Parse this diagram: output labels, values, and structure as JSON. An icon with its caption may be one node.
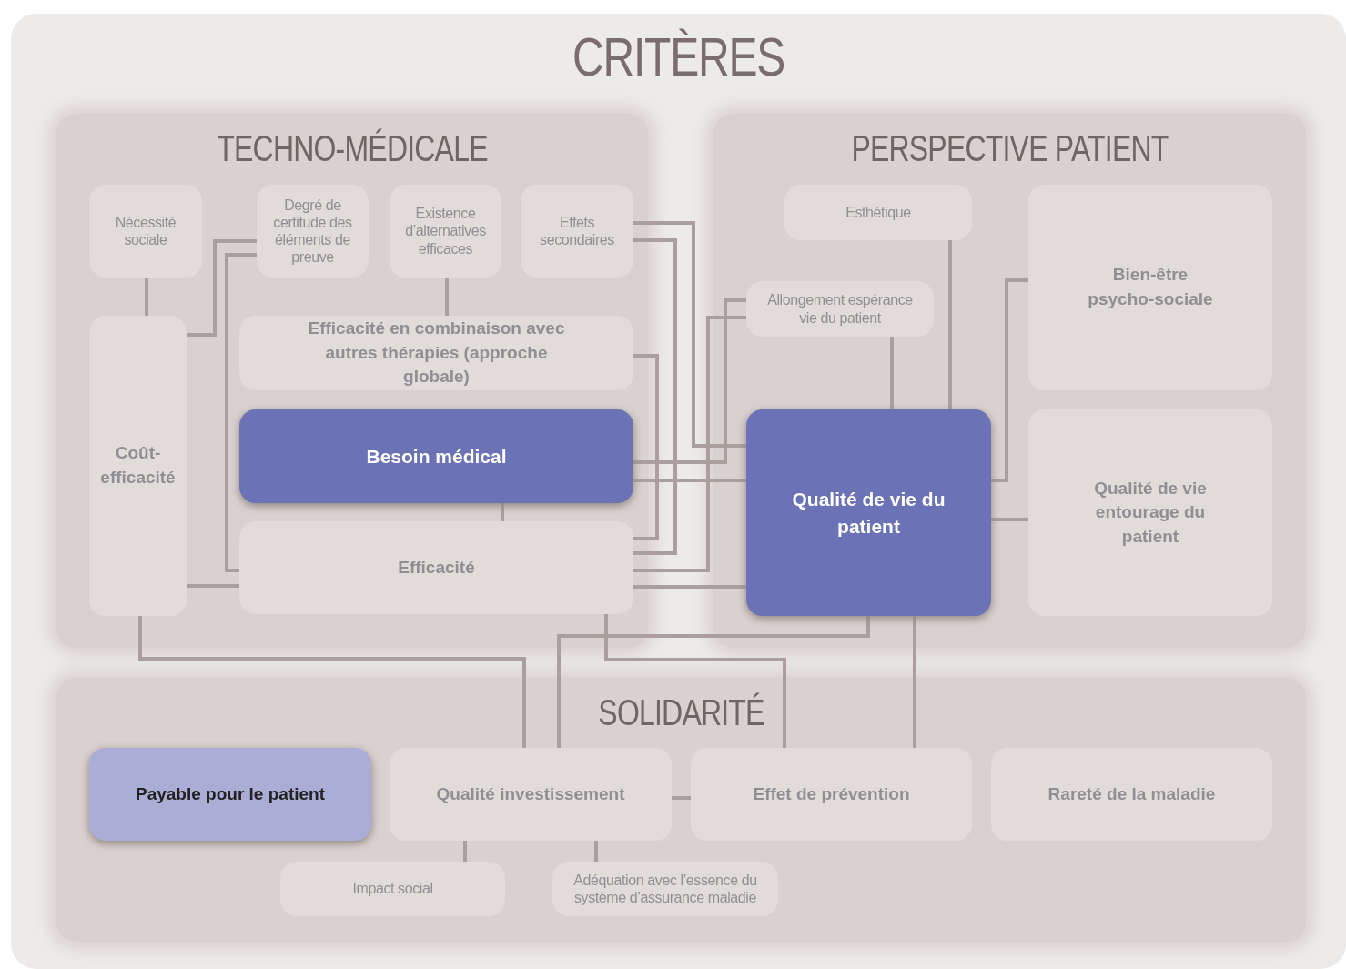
{
  "diagram": {
    "nodes": [
      {
        "text": [
          "CRITÈRES"
        ]
      },
      {
        "text": [
          "TECHNO-MÉDICALE"
        ],
        "in": 0
      },
      {
        "text": [
          "Nécessité sociale"
        ],
        "in": 1
      },
      {
        "text": [
          "Degré de certitude des éléments de preuve"
        ],
        "in": 1
      },
      {
        "text": [
          "Existence d’alternatives efficaces"
        ],
        "in": 1
      },
      {
        "text": [
          "Effets secondaires"
        ],
        "in": 1
      },
      {
        "text": [
          "Coût-efficacité"
        ],
        "in": 1
      },
      {
        "text": [
          "Efficacité en combinaison avec autres thérapies (approche globale)"
        ],
        "in": 1
      },
      {
        "text": [
          "Besoin médical"
        ],
        "in": 1
      },
      {
        "text": [
          "Efficacité"
        ],
        "in": 1
      },
      {
        "text": [
          "PERSPECTIVE PATIENT"
        ],
        "in": 0
      },
      {
        "text": [
          "Esthétique"
        ],
        "in": 10
      },
      {
        "text": [
          "Allongement espérance vie du patient"
        ],
        "in": 10
      },
      {
        "text": [
          "Bien-être psycho-sociale"
        ],
        "in": 10
      },
      {
        "text": [
          "Qualité de vie du patient"
        ],
        "in": 10
      },
      {
        "text": [
          "Qualité de vie entourage du patient"
        ],
        "in": 10
      },
      {
        "text": [
          "SOLIDARITÉ"
        ],
        "in": 0
      },
      {
        "text": [
          "Payable pour le patient"
        ],
        "in": 16
      },
      {
        "text": [
          "Qualité investissement"
        ],
        "in": 16
      },
      {
        "text": [
          "Effet de prévention"
        ],
        "in": 16
      },
      {
        "text": [
          "Rareté de la maladie"
        ],
        "in": 16
      },
      {
        "text": [
          "Impact social"
        ],
        "in": 16
      },
      {
        "text": [
          "Adéquation avec l’essence du système d’assurance maladie"
        ],
        "in": 16
      }
    ],
    "edges": [
      {
        "from": 2,
        "to": 6,
        "arrow": "none"
      },
      {
        "from": 3,
        "to": 6,
        "arrow": "none"
      },
      {
        "from": 3,
        "to": 9,
        "arrow": "none"
      },
      {
        "from": 4,
        "to": 7,
        "arrow": "none"
      },
      {
        "from": 6,
        "to": 9,
        "arrow": "none"
      },
      {
        "from": 8,
        "to": 9,
        "arrow": "none"
      },
      {
        "from": 5,
        "to": 14,
        "arrow": "none"
      },
      {
        "from": 5,
        "to": 9,
        "arrow": "none"
      },
      {
        "from": 7,
        "to": 9,
        "arrow": "none"
      },
      {
        "from": 12,
        "to": 8,
        "arrow": "none"
      },
      {
        "from": 12,
        "to": 9,
        "arrow": "none"
      },
      {
        "from": 8,
        "to": 14,
        "arrow": "none"
      },
      {
        "from": 9,
        "to": 14,
        "arrow": "none"
      },
      {
        "from": 12,
        "to": 14,
        "arrow": "none"
      },
      {
        "from": 11,
        "to": 14,
        "arrow": "none"
      },
      {
        "from": 14,
        "to": 13,
        "arrow": "none"
      },
      {
        "from": 14,
        "to": 15,
        "arrow": "none"
      },
      {
        "from": 6,
        "to": 18,
        "arrow": "none"
      },
      {
        "from": 14,
        "to": 18,
        "arrow": "none"
      },
      {
        "from": 9,
        "to": 19,
        "arrow": "none"
      },
      {
        "from": 14,
        "to": 19,
        "arrow": "none"
      },
      {
        "from": 18,
        "to": 19,
        "arrow": "none"
      },
      {
        "from": 18,
        "to": 21,
        "arrow": "none"
      },
      {
        "from": 18,
        "to": 22,
        "arrow": "none"
      }
    ]
  }
}
